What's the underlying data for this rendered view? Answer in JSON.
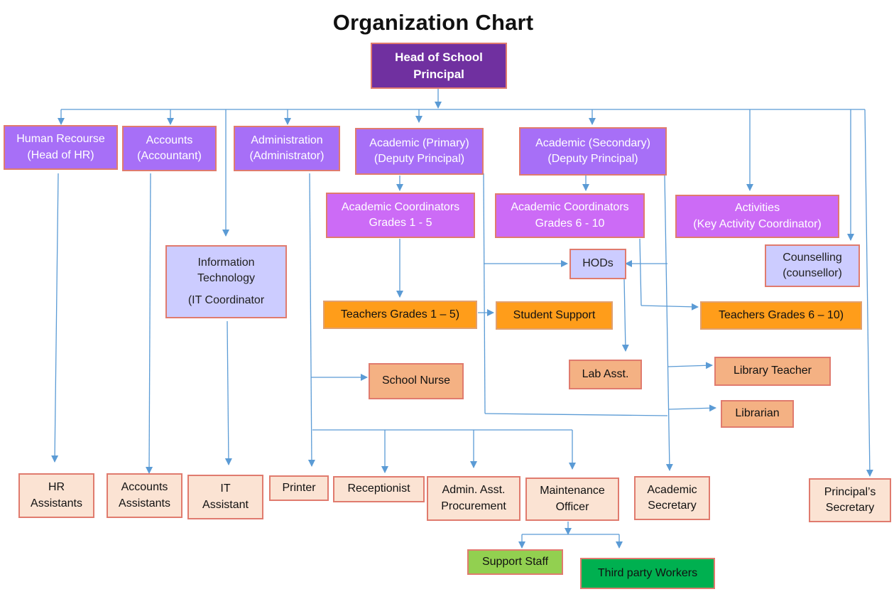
{
  "title": "Organization Chart",
  "colors": {
    "head": "#7030a0",
    "department": "#a76ff7",
    "coordinator": "#cc6bf6",
    "light": "#ccccff",
    "teachers": "#ff9d1a",
    "support_role": "#f4b183",
    "staff": "#fbe3d3",
    "support_staff": "#92d050",
    "third_party": "#00b050",
    "connector": "#5b9bd5",
    "border": "#e07b6e"
  },
  "nodes": {
    "head": {
      "lines": [
        "Head of School",
        "Principal"
      ]
    },
    "hr": {
      "lines": [
        "Human Recourse",
        "(Head of HR)"
      ]
    },
    "accounts": {
      "lines": [
        "Accounts",
        "(Accountant)"
      ]
    },
    "administration": {
      "lines": [
        "Administration",
        "(Administrator)"
      ]
    },
    "acad_primary": {
      "lines": [
        "Academic (Primary)",
        "(Deputy Principal)"
      ]
    },
    "acad_secondary": {
      "lines": [
        "Academic (Secondary)",
        "(Deputy Principal)"
      ]
    },
    "coord_1_5": {
      "lines": [
        "Academic Coordinators",
        "Grades 1 - 5"
      ]
    },
    "coord_6_10": {
      "lines": [
        "Academic Coordinators",
        "Grades 6 - 10"
      ]
    },
    "activities": {
      "lines": [
        "Activities",
        "(Key Activity Coordinator)"
      ]
    },
    "it": {
      "lines": [
        "Information",
        "Technology",
        "(IT Coordinator"
      ]
    },
    "hods": {
      "lines": [
        "HODs"
      ]
    },
    "counselling": {
      "lines": [
        "Counselling",
        "(counsellor)"
      ]
    },
    "teachers_1_5": {
      "lines": [
        "Teachers  Grades 1 – 5)"
      ]
    },
    "student_support": {
      "lines": [
        "Student Support"
      ]
    },
    "teachers_6_10": {
      "lines": [
        "Teachers  Grades 6 – 10)"
      ]
    },
    "school_nurse": {
      "lines": [
        "School Nurse"
      ]
    },
    "lab_asst": {
      "lines": [
        "Lab Asst."
      ]
    },
    "library_teacher": {
      "lines": [
        "Library Teacher"
      ]
    },
    "librarian": {
      "lines": [
        "Librarian"
      ]
    },
    "hr_assistants": {
      "lines": [
        "HR",
        "Assistants"
      ]
    },
    "accounts_assistants": {
      "lines": [
        "Accounts",
        "Assistants"
      ]
    },
    "it_assistant": {
      "lines": [
        "IT",
        "Assistant"
      ]
    },
    "printer": {
      "lines": [
        "Printer"
      ]
    },
    "receptionist": {
      "lines": [
        "Receptionist"
      ]
    },
    "admin_asst": {
      "lines": [
        "Admin. Asst.",
        "Procurement"
      ]
    },
    "maintenance": {
      "lines": [
        "Maintenance",
        "Officer"
      ]
    },
    "academic_secretary": {
      "lines": [
        "Academic",
        "Secretary"
      ]
    },
    "principal_secretary": {
      "lines": [
        "Principal’s",
        "Secretary"
      ]
    },
    "support_staff": {
      "lines": [
        "Support Staff"
      ]
    },
    "third_party": {
      "lines": [
        "Third party Workers"
      ]
    }
  }
}
